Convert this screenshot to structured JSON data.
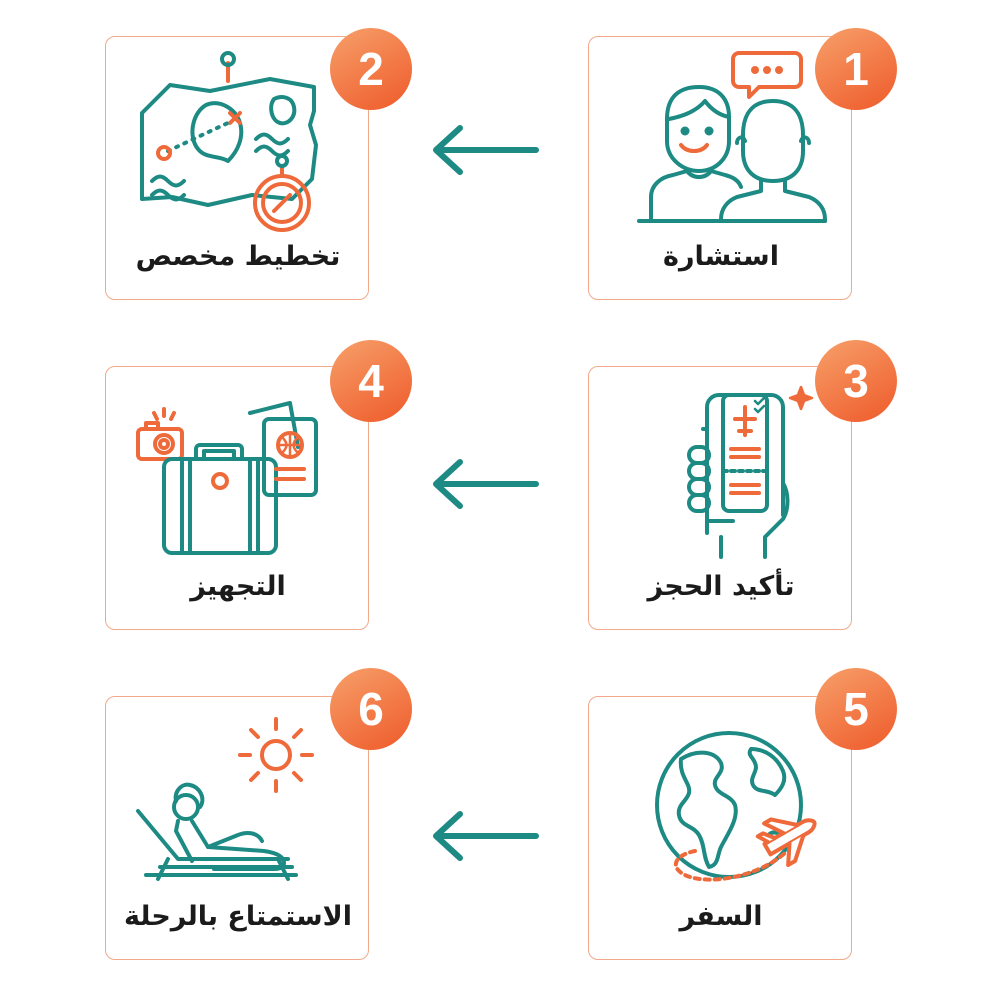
{
  "colors": {
    "accent": "#ef6a3a",
    "teal": "#1d8a84",
    "border": "#f2a98a",
    "text": "#1b1b1b"
  },
  "steps": [
    {
      "number": "1",
      "label": "استشارة",
      "icon": "consultation-icon"
    },
    {
      "number": "2",
      "label": "تخطيط مخصص",
      "icon": "map-planning-icon"
    },
    {
      "number": "3",
      "label": "تأكيد الحجز",
      "icon": "phone-ticket-icon"
    },
    {
      "number": "4",
      "label": "التجهيز",
      "icon": "luggage-passport-icon"
    },
    {
      "number": "5",
      "label": "السفر",
      "icon": "globe-plane-icon"
    },
    {
      "number": "6",
      "label": "الاستمتاع بالرحلة",
      "icon": "relaxing-lounger-icon"
    }
  ],
  "arrows": [
    {
      "direction": "left"
    },
    {
      "direction": "left"
    },
    {
      "direction": "left"
    }
  ]
}
